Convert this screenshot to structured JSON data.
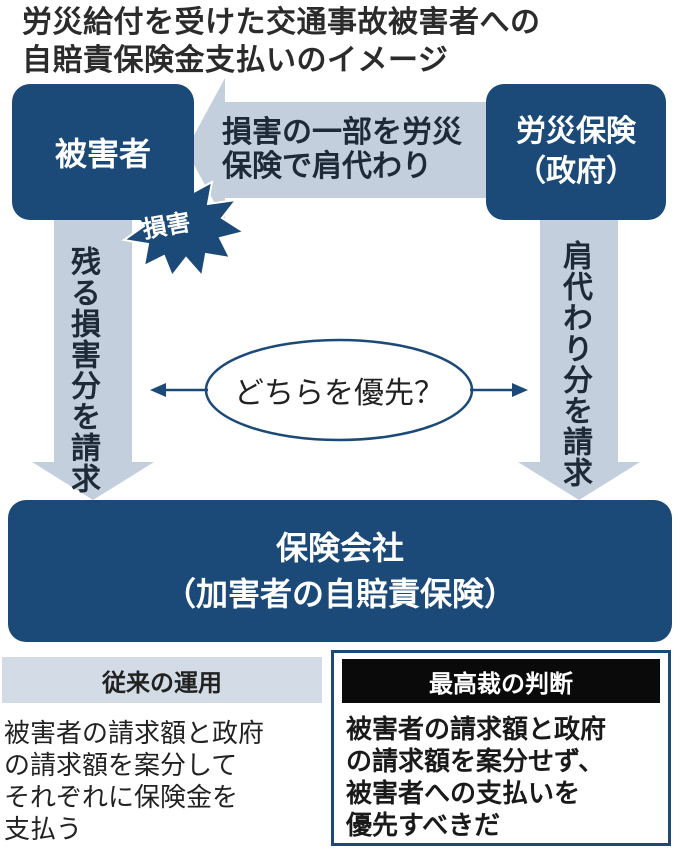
{
  "title": {
    "line1": "労災給付を受けた交通事故被害者への",
    "line2": "自賠責保険金支払いのイメージ"
  },
  "nodes": {
    "victim": "被害者",
    "rousai_line1": "労災保険",
    "rousai_line2": "（政府）",
    "insurer_line1": "保険会社",
    "insurer_line2": "（加害者の自賠責保険）",
    "damage": "損害"
  },
  "flows": {
    "top_line1": "損害の一部を労災",
    "top_line2": "保険で肩代わり",
    "left": "残る損害分を請求",
    "right": "肩代わり分を請求",
    "question": "どちらを優先？"
  },
  "traditional": {
    "heading": "従来の運用",
    "lines": [
      "被害者の請求額と政府",
      "の請求額を案分して",
      "それぞれに保険金を",
      "支払う"
    ]
  },
  "ruling": {
    "heading": "最高裁の判断",
    "lines": [
      "被害者の請求額と政府",
      "の請求額を案分せず、",
      "被害者への支払いを",
      "優先すべきだ"
    ]
  },
  "colors": {
    "box": "#1c4a78",
    "arrow": "#c3cfdc",
    "ruling_head": "#0a0a0a",
    "traditional_head": "#d3dce6"
  }
}
